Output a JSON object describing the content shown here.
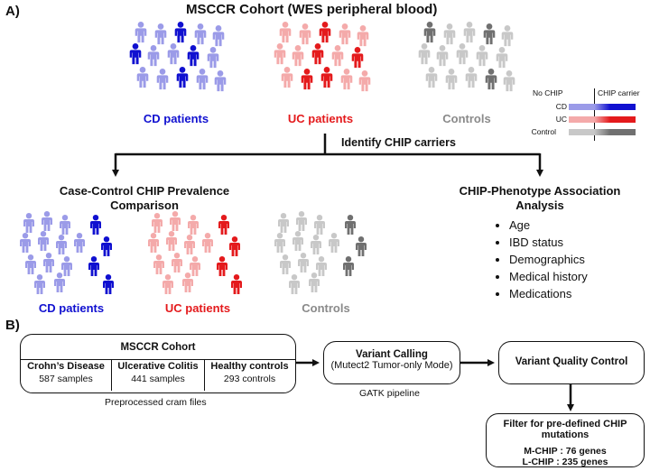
{
  "panel_a": {
    "label": "A)",
    "title": "MSCCR Cohort (WES peripheral blood)",
    "groups": {
      "cd_label": "CD patients",
      "uc_label": "UC patients",
      "controls_label": "Controls"
    },
    "identify_label": "Identify CHIP carriers",
    "case_control_title_line1": "Case-Control CHIP Prevalence",
    "case_control_title_line2": "Comparison",
    "assoc_title_line1": "CHIP-Phenotype Association",
    "assoc_title_line2": "Analysis",
    "assoc_items": [
      "Age",
      "IBD status",
      "Demographics",
      "Medical history",
      "Medications"
    ],
    "bottom_labels": {
      "cd": "CD patients",
      "uc": "UC patients",
      "controls": "Controls"
    },
    "legend": {
      "col_no_chip": "No CHIP",
      "col_carrier": "CHIP carrier",
      "rows": [
        {
          "label": "CD",
          "light": "#9b9be8",
          "dark": "#1010d0"
        },
        {
          "label": "UC",
          "light": "#f4aaaa",
          "dark": "#e41a1c"
        },
        {
          "label": "Control",
          "light": "#c8c8c8",
          "dark": "#707070"
        }
      ]
    }
  },
  "panel_b": {
    "label": "B)",
    "cohort_title": "MSCCR Cohort",
    "cells": [
      {
        "name": "Crohn’s Disease",
        "count": "587 samples"
      },
      {
        "name": "Ulcerative Colitis",
        "count": "441 samples"
      },
      {
        "name": "Healthy controls",
        "count": "293 controls"
      }
    ],
    "cohort_caption": "Preprocessed cram files",
    "variant_title": "Variant Calling",
    "variant_sub": "(Mutect2 Tumor-only Mode)",
    "variant_caption": "GATK pipeline",
    "qc_title": "Variant Quality Control",
    "filter_title": "Filter for pre-defined CHIP mutations",
    "filter_line1": "M-CHIP : 76 genes",
    "filter_line2": "L-CHIP : 235 genes"
  },
  "colors": {
    "cd_light": "#9b9be8",
    "cd_dark": "#1010d0",
    "uc_light": "#f4aaaa",
    "uc_dark": "#e41a1c",
    "ctl_light": "#c8c8c8",
    "ctl_dark": "#707070"
  }
}
